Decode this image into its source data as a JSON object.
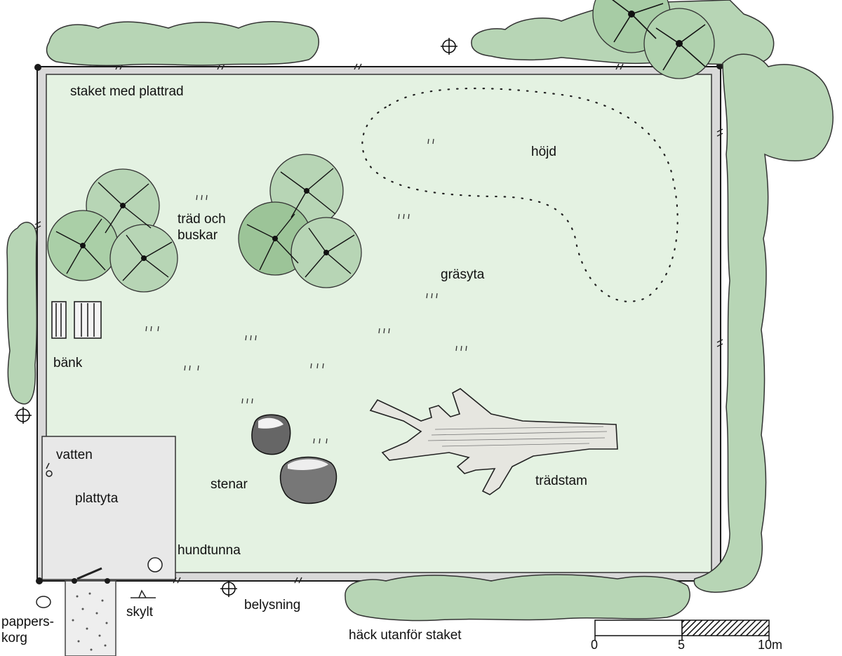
{
  "labels": {
    "fence": "staket med plattrad",
    "height": "höjd",
    "trees_line1": "träd och",
    "trees_line2": "buskar",
    "lawn": "gräsyta",
    "bench": "bänk",
    "water": "vatten",
    "paving": "plattyta",
    "stones": "stenar",
    "trunk": "trädstam",
    "dog_bin": "hundtunna",
    "sign": "skylt",
    "lighting": "belysning",
    "waste_line1": "pappers-",
    "waste_line2": "korg",
    "hedge": "häck utanför staket"
  },
  "scale": {
    "ticks": [
      "0",
      "5",
      "10m"
    ]
  },
  "colors": {
    "lawn": "#e4f2e2",
    "foliage": "#b7d5b5",
    "foliage_dark": "#9cc498",
    "paving": "#e8e8e8",
    "line": "#1a1a1a"
  },
  "icons": [
    "lamp-symbol-icon",
    "bench-icon",
    "stone-icon",
    "tree-trunk-icon",
    "dog-bin-icon",
    "sign-icon",
    "water-tap-icon",
    "waste-bin-icon"
  ]
}
